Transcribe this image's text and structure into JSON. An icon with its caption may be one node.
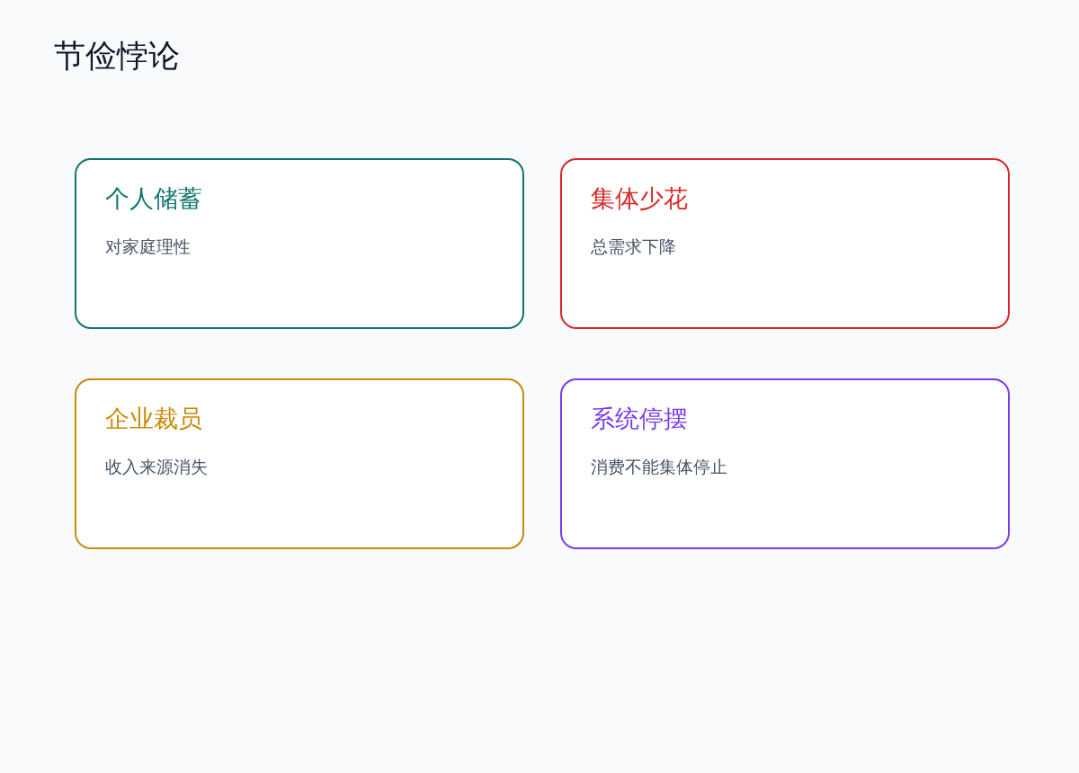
{
  "diagram": {
    "title": "节俭悖论",
    "nodes": [
      {
        "text": [
          "个人储蓄",
          "对家庭理性"
        ]
      },
      {
        "text": [
          "集体少花",
          "总需求下降"
        ]
      },
      {
        "text": [
          "企业裁员",
          "收入来源消失"
        ]
      },
      {
        "text": [
          "系统停摆",
          "消费不能集体停止"
        ]
      }
    ]
  }
}
